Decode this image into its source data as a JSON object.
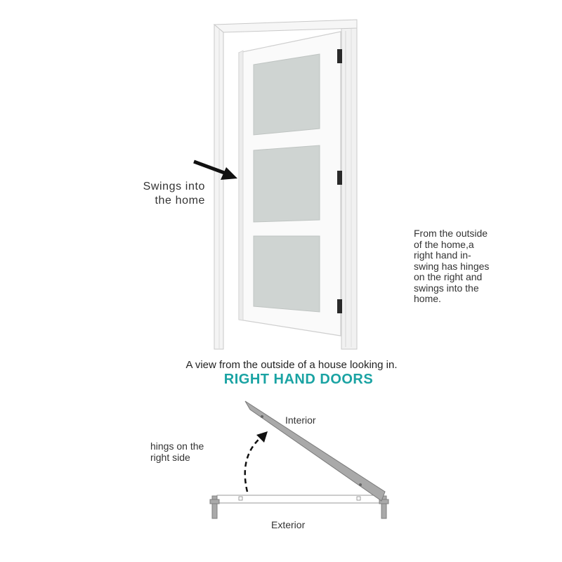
{
  "labels": {
    "swings_line1": "Swings into",
    "swings_line2": "the home",
    "explanation": [
      "From the outside",
      "of the home,a",
      "right hand in-",
      "swing has hinges",
      "on the right and",
      "swings into the",
      "home."
    ],
    "caption": "A view from the outside of a house looking in.",
    "heading": "RIGHT HAND DOORS",
    "interior": "Interior",
    "hinge_line1": "hings on the",
    "hinge_line2": "right side",
    "exterior": "Exterior"
  },
  "colors": {
    "heading": "#1aa3a3",
    "door_white": "#fafafa",
    "glass": "#cfd4d2",
    "hinge": "#2a2a2a",
    "plan_grey": "#a9a9a9"
  }
}
